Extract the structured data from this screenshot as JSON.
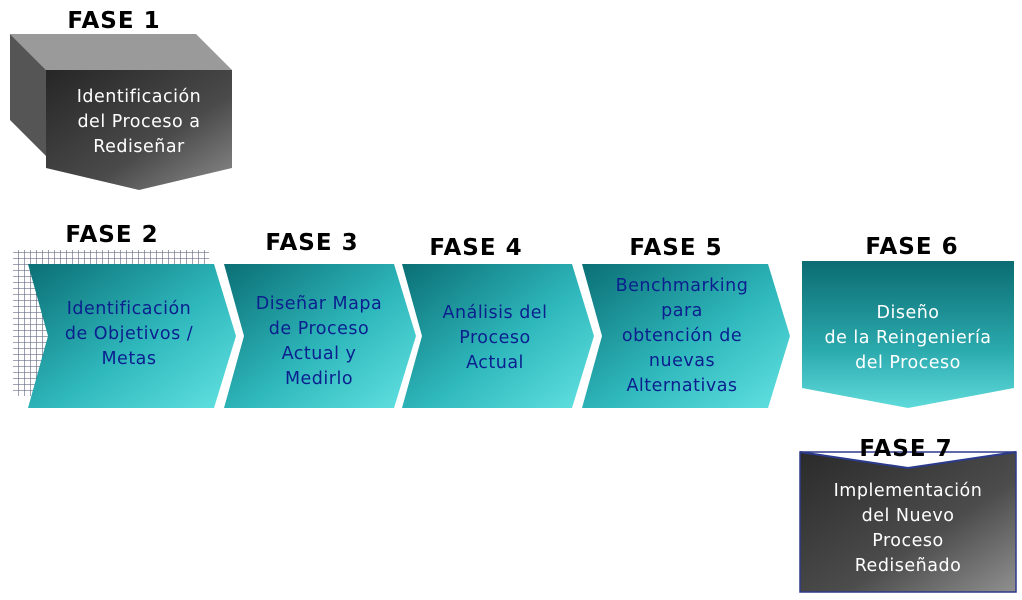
{
  "colors": {
    "teal_dark": "#0a6f75",
    "teal_light": "#4fd6d6",
    "gray_dark": "#2f2f2f",
    "gray_light": "#8a8a8a",
    "text_navy": "#0b1f8e",
    "text_white": "#ffffff"
  },
  "phases": [
    {
      "label": "FASE 1",
      "text": "Identificación\ndel Proceso a\nRediseñar"
    },
    {
      "label": "FASE 2",
      "text": "Identificación\nde Objetivos /\nMetas"
    },
    {
      "label": "FASE 3",
      "text": "Diseñar Mapa\nde Proceso\nActual y\nMedirlo"
    },
    {
      "label": "FASE 4",
      "text": "Análisis del\nProceso\nActual"
    },
    {
      "label": "FASE 5",
      "text": "Benchmarking\npara\nobtención de\nnuevas\nAlternativas"
    },
    {
      "label": "FASE 6",
      "text": "Diseño\nde la Reingeniería\ndel Proceso"
    },
    {
      "label": "FASE 7",
      "text": "Implementación\ndel Nuevo\nProceso\nRediseñado"
    }
  ]
}
